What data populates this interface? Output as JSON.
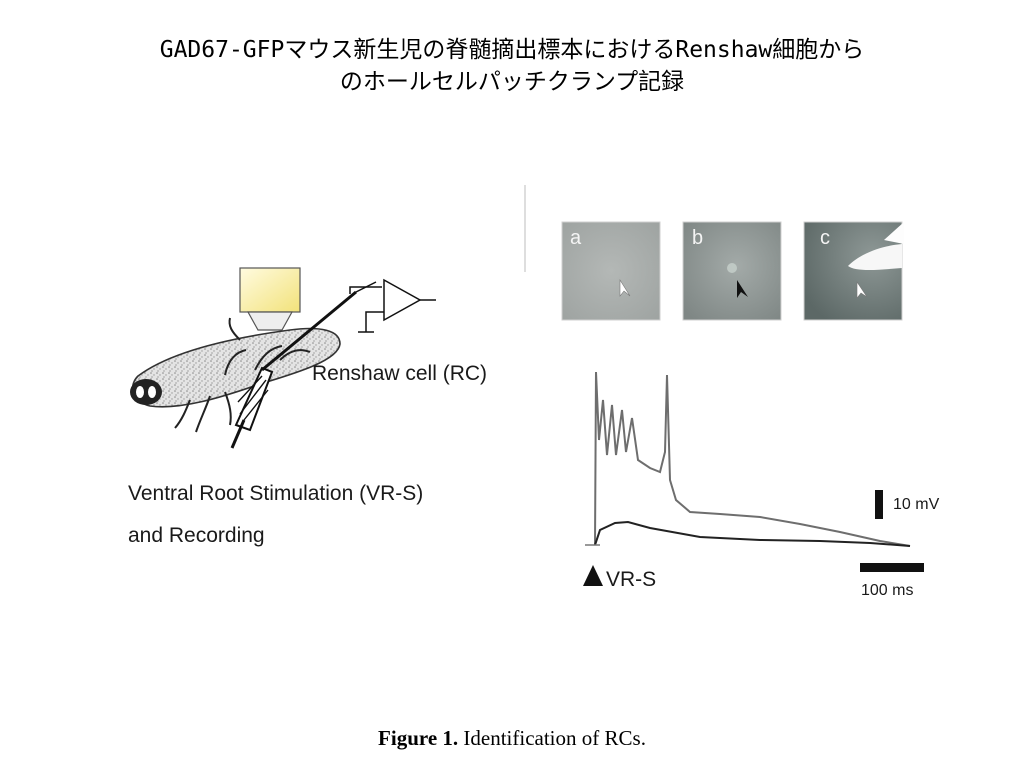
{
  "slide": {
    "title_line1": "GAD67-GFPマウス新生児の脊髄摘出標本におけるRenshaw細胞から",
    "title_line2": "のホールセルパッチクランプ記録"
  },
  "figure": {
    "label_rc": "Renshaw cell (RC)",
    "label_vrs_line1": "Ventral Root Stimulation (VR-S)",
    "label_vrs_line2": "and Recording",
    "panel_a": "a",
    "panel_b": "b",
    "panel_c": "c",
    "stim_label": "VR-S",
    "scale_voltage": "10 mV",
    "scale_time": "100 ms"
  },
  "caption": {
    "label": "Figure 1.",
    "text": " Identification of RCs."
  }
}
